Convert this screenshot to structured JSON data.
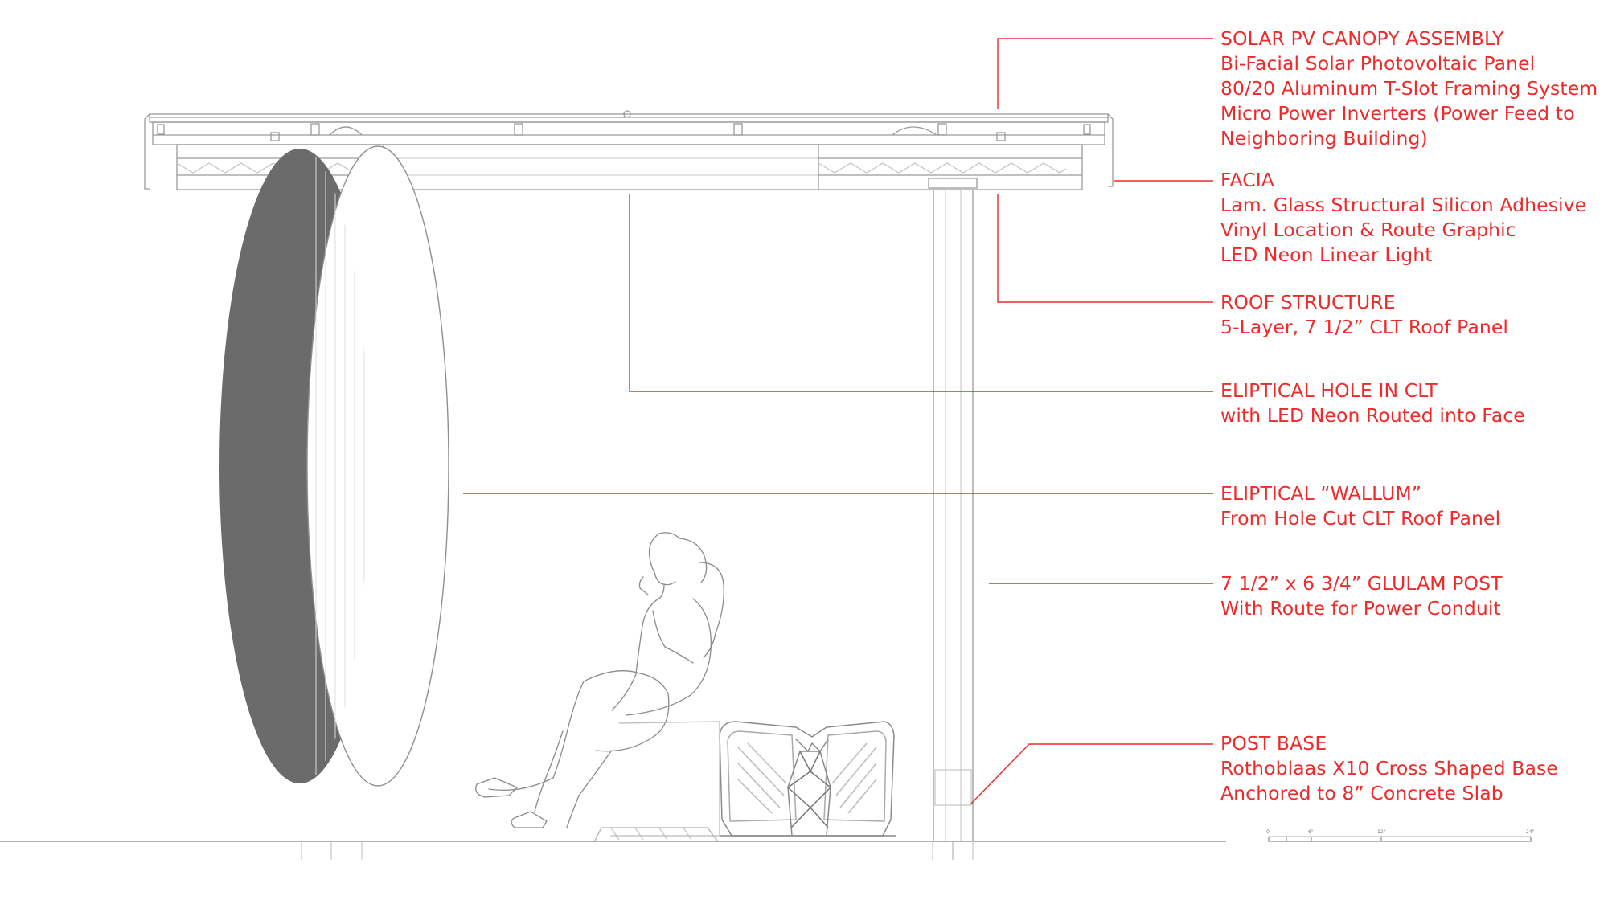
{
  "annotations": [
    {
      "id": "solar-pv",
      "lines": [
        "SOLAR PV CANOPY ASSEMBLY",
        "Bi-Facial Solar Photovoltaic Panel",
        "80/20 Aluminum T-Slot Framing System",
        "Micro Power Inverters (Power Feed to",
        "Neighboring Building)"
      ]
    },
    {
      "id": "facia",
      "lines": [
        "FACIA",
        "Lam. Glass Structural Silicon Adhesive",
        "Vinyl Location & Route Graphic",
        "LED Neon Linear Light"
      ]
    },
    {
      "id": "roof-structure",
      "lines": [
        "ROOF STRUCTURE",
        "5-Layer, 7 1/2” CLT Roof Panel"
      ]
    },
    {
      "id": "eliptical-hole",
      "lines": [
        "ELIPTICAL HOLE IN CLT",
        "with LED Neon Routed into Face"
      ]
    },
    {
      "id": "eliptical-wallum",
      "lines": [
        "ELIPTICAL “WALLUM”",
        "From Hole Cut CLT Roof Panel"
      ]
    },
    {
      "id": "glulam-post",
      "lines": [
        "7 1/2” x 6  3/4” GLULAM POST",
        "With Route for Power Conduit"
      ]
    },
    {
      "id": "post-base",
      "lines": [
        "POST BASE",
        "Rothoblaas X10 Cross Shaped Base",
        "Anchored to 8” Concrete Slab"
      ]
    }
  ],
  "scale_bar": {
    "labels": [
      "0'",
      "6\"",
      "12\"",
      "24\""
    ]
  },
  "colors": {
    "annotation": "#ee2a2a",
    "linework": "#9a9a9a",
    "wallum_edge": "#6b6b6b"
  }
}
